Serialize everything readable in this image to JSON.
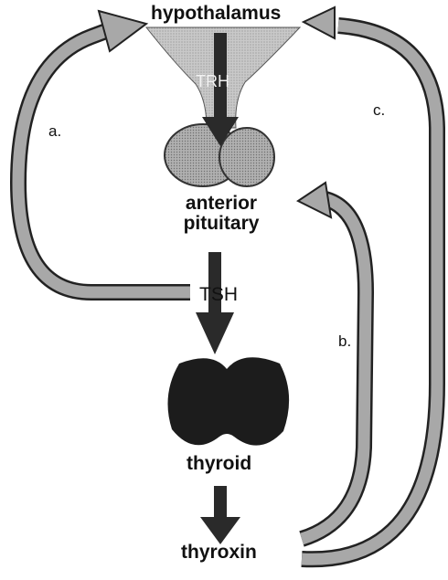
{
  "labels": {
    "hypothalamus": "hypothalamus",
    "trh": "TRH",
    "anterior_pituitary": "anterior\npituitary",
    "tsh": "TSH",
    "thyroid": "thyroid",
    "thyroxin": "thyroxin",
    "loop_a": "a.",
    "loop_b": "b.",
    "loop_c": "c."
  },
  "colors": {
    "hypothalamus_fill": "#c9c9c9",
    "pituitary_fill": "#b5b5b5",
    "thyroid_fill": "#1c1c1c",
    "arrow_dark": "#2a2a2a",
    "feedback_fill": "#a8a8a8",
    "feedback_stroke": "#222222"
  }
}
